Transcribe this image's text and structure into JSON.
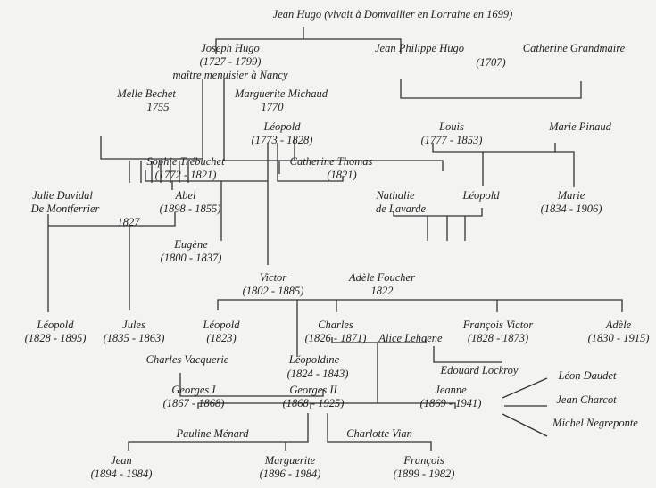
{
  "title": "Jean Hugo (vivait à Domvallier en Lorraine en 1699)",
  "people": {
    "joseph": {
      "name": "Joseph Hugo",
      "dates": "(1727 - 1799)",
      "note": "maître menuisier à Nancy"
    },
    "jean_philippe": {
      "name": "Jean Philippe Hugo"
    },
    "catherine_grandmaire": {
      "name": "Catherine Grandmaire"
    },
    "jp_marriage": "(1707)",
    "melle_bechet": {
      "name": "Melle Bechet",
      "year": "1755"
    },
    "marguerite_michaud": {
      "name": "Marguerite Michaud",
      "year": "1770"
    },
    "leopold_1773": {
      "name": "Léopold",
      "dates": "(1773 - 1828)"
    },
    "louis": {
      "name": "Louis",
      "dates": "(1777 - 1853)"
    },
    "marie_pinaud": {
      "name": "Marie Pinaud"
    },
    "sophie": {
      "name": "Sophie Trébuchet",
      "dates": "(1772 - 1821)"
    },
    "catherine_thomas": {
      "name": "Catherine Thomas",
      "year": "(1821)"
    },
    "julie": {
      "name1": "Julie Duvidal",
      "name2": "De Montferrier",
      "year": "1827"
    },
    "abel": {
      "name": "Abel",
      "dates": "(1898 - 1855)"
    },
    "nathalie": {
      "name1": "Nathalie",
      "name2": "de Lavarde"
    },
    "leopold_louis": {
      "name": "Léopold"
    },
    "marie": {
      "name": "Marie",
      "dates": "(1834 - 1906)"
    },
    "eugene": {
      "name": "Eugène",
      "dates": "(1800 - 1837)"
    },
    "victor": {
      "name": "Victor",
      "dates": "(1802 - 1885)"
    },
    "adele_foucher": {
      "name": "Adèle Foucher",
      "year": "1822"
    },
    "leopold_1828": {
      "name": "Léopold",
      "dates": "(1828 - 1895)"
    },
    "jules": {
      "name": "Jules",
      "dates": "(1835 - 1863)"
    },
    "leopold_1823": {
      "name": "Léopold",
      "dates": "(1823)"
    },
    "charles": {
      "name": "Charles",
      "dates": "(1826 - 1871)"
    },
    "alice": {
      "name": "Alice Lehaene"
    },
    "francois_victor": {
      "name": "François Victor",
      "dates": "(1828 -'1873)"
    },
    "adele": {
      "name": "Adèle",
      "dates": "(1830 - 1915)"
    },
    "charles_vacquerie": {
      "name": "Charles Vacquerie"
    },
    "leopoldine": {
      "name": "Léopoldine",
      "dates": "(1824 - 1843)"
    },
    "edouard": {
      "name": "Edouard Lockroy"
    },
    "georges1": {
      "name": "Georges I",
      "dates": "(1867 - 1868)"
    },
    "georges2": {
      "name": "Georges II",
      "dates": "(1868 - 1925)"
    },
    "jeanne": {
      "name": "Jeanne",
      "dates": "(1869 - 1941)"
    },
    "leon_daudet": {
      "name": "Léon Daudet"
    },
    "jean_charcot": {
      "name": "Jean Charcot"
    },
    "michel": {
      "name": "Michel Negreponte"
    },
    "pauline": {
      "name": "Pauline Ménard"
    },
    "charlotte": {
      "name": "Charlotte Vian"
    },
    "jean": {
      "name": "Jean",
      "dates": "(1894 - 1984)"
    },
    "marguerite": {
      "name": "Marguerite",
      "dates": "(1896 - 1984)"
    },
    "francois": {
      "name": "François",
      "dates": "(1899 - 1982)"
    }
  }
}
